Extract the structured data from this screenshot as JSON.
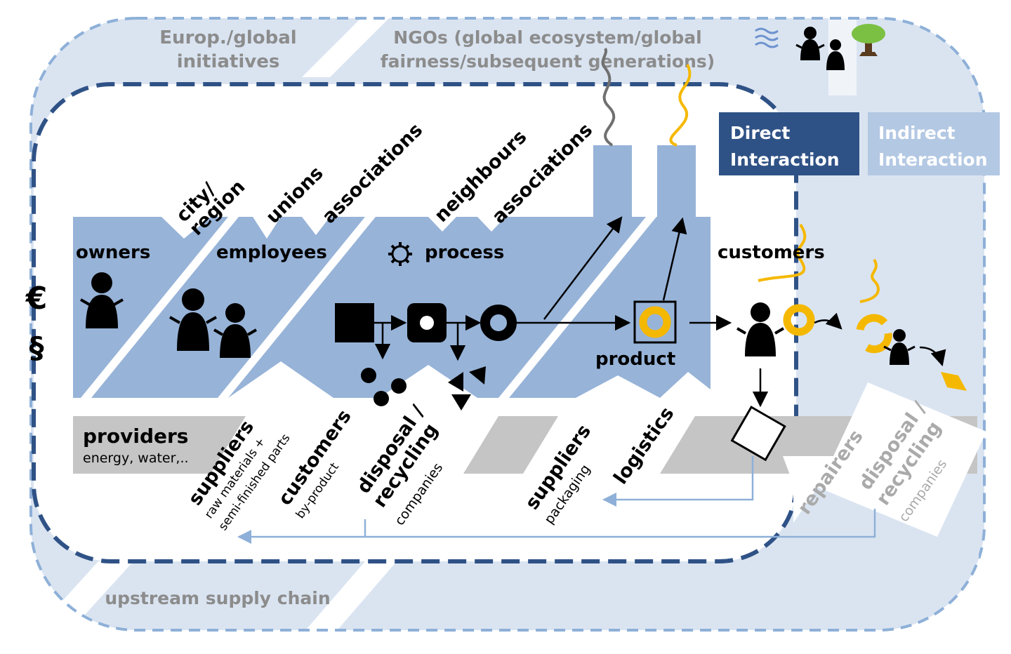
{
  "outer_labels": {
    "europe_global_line1": "Europ./global",
    "europe_global_line2": "initiatives",
    "ngos_line1": "NGOs (global ecosystem/global",
    "ngos_line2": "fairness/subsequent generations)",
    "upstream_supply_chain": "upstream supply chain"
  },
  "side_symbols": {
    "euro": "€",
    "section": "§"
  },
  "headers": {
    "direct_line1": "Direct",
    "direct_line2": "Interaction",
    "indirect_line1": "Indirect",
    "indirect_line2": "Interaction"
  },
  "stakeholders_top": {
    "city_region_line1": "city/",
    "city_region_line2": "region",
    "unions": "unions",
    "associations_1": "associations",
    "neighbours": "neighbours",
    "associations_2": "associations"
  },
  "factory": {
    "owners": "owners",
    "employees": "employees",
    "process": "process",
    "product": "product"
  },
  "customers": "customers",
  "providers": {
    "title": "providers",
    "subtitle": "energy, water,.."
  },
  "stakeholders_bottom": {
    "suppliers_1": "suppliers",
    "suppliers_1_sub1": "raw materials +",
    "suppliers_1_sub2": "semi-finished parts",
    "customers_by": "customers",
    "customers_by_sub": "by-product",
    "disposal_1_line1": "disposal /",
    "disposal_1_line2": "recycling",
    "disposal_1_sub": "companies",
    "suppliers_2": "suppliers",
    "suppliers_2_sub": "packaging",
    "logistics": "logistics",
    "repairers": "repairers",
    "disposal_2_line1": "disposal /",
    "disposal_2_line2": "recycling",
    "disposal_2_sub": "companies"
  },
  "icons": {
    "gear": "gear-icon",
    "people": "person-icon",
    "trees": "tree-icon",
    "water": "water-waves-icon",
    "smoke": "smoke-icon"
  },
  "colors": {
    "factory_blue": "#97b3d8",
    "light_blue_bg": "#dae4f1",
    "dashed_outer": "#8eb0d8",
    "dashed_inner": "#2f5286",
    "direct_header": "#2f5286",
    "indirect_header": "#b3c8e3",
    "gold": "#f5b800",
    "gray_band": "#c5c5c5"
  }
}
